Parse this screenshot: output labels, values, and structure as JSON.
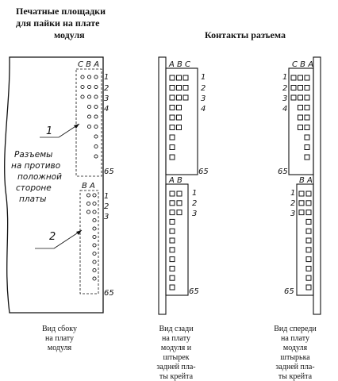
{
  "heading_left": [
    "Печатные      площадки",
    "для пайки     на плате",
    "модуля"
  ],
  "heading_right": "Контакты  разъема",
  "pcb_note": [
    "Разъемы",
    "на противо",
    "положной",
    "стороне",
    "платы"
  ],
  "callouts": [
    "1",
    "2"
  ],
  "upper_connector": {
    "left_columns": "C B A",
    "middle_columns": "A B C",
    "right_columns": "C B A",
    "row_labels": [
      "1",
      "2",
      "3",
      "4"
    ],
    "last_row": "65",
    "rows": [
      3,
      3,
      3,
      2,
      2,
      2,
      1,
      1,
      1
    ]
  },
  "lower_connector": {
    "left_columns": "B A",
    "middle_columns": "A B",
    "right_columns": "B A",
    "row_labels": [
      "1",
      "2",
      "3"
    ],
    "last_row": "65",
    "rows": [
      2,
      2,
      2,
      1,
      1,
      1,
      1,
      1,
      1,
      1,
      1
    ]
  },
  "captions": [
    [
      "Вид сбоку",
      "на плату",
      "модуля"
    ],
    [
      "Вид сзади",
      "на плату",
      "модуля и",
      "штырек",
      "задней пла-",
      "ты крейта"
    ],
    [
      "Вид спереди",
      "на плату",
      "модуля",
      "штырька",
      "задней пла-",
      "ты крейта"
    ]
  ]
}
